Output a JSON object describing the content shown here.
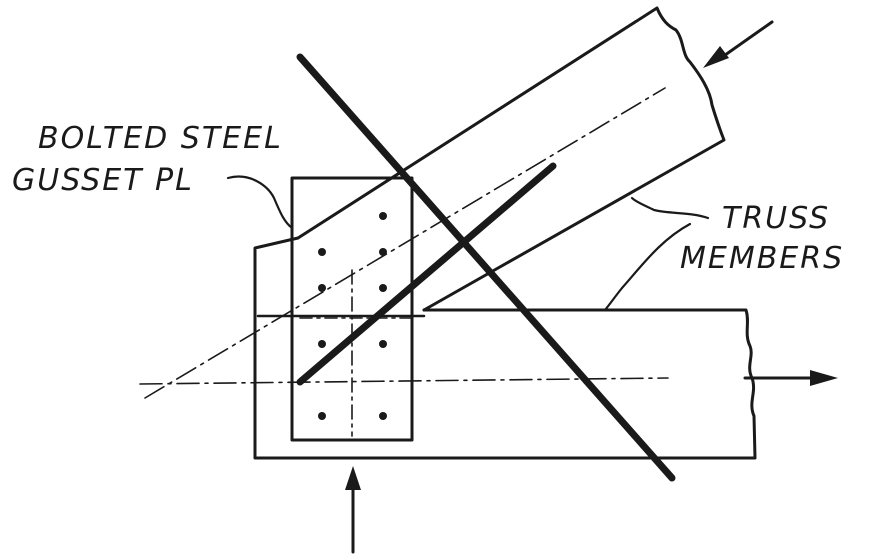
{
  "labels": {
    "gusset_line1": "BOLTED STEEL",
    "gusset_line2": "GUSSET PL",
    "truss_line1": "TRUSS",
    "truss_line2": "MEMBERS"
  },
  "colors": {
    "ink": "#1a1a1a",
    "paper": "#ffffff"
  }
}
